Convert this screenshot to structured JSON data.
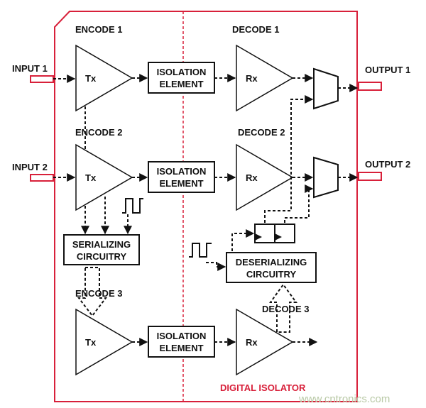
{
  "labels": {
    "encode_1": "ENCODE 1",
    "encode_2": "ENCODE 2",
    "encode_3": "ENCODE 3",
    "decode_1": "DECODE 1",
    "decode_2": "DECODE 2",
    "decode_3": "DECODE 3",
    "input_1": "INPUT 1",
    "input_2": "INPUT 2",
    "output_1": "OUTPUT 1",
    "output_2": "OUTPUT 2",
    "tx": "Tx",
    "rx": "Rx",
    "isolation_line1": "ISOLATION",
    "isolation_line2": "ELEMENT",
    "serializing_line1": "SERIALIZING",
    "serializing_line2": "CIRCUITRY",
    "deserializing_line1": "DESERIALIZING",
    "deserializing_line2": "CIRCUITRY",
    "digital_isolator": "DIGITAL ISOLATOR",
    "watermark": "www.cntronics.com"
  },
  "colors": {
    "border": "#d8203a",
    "ink": "#111111",
    "watermark": "#b9c9a6"
  }
}
